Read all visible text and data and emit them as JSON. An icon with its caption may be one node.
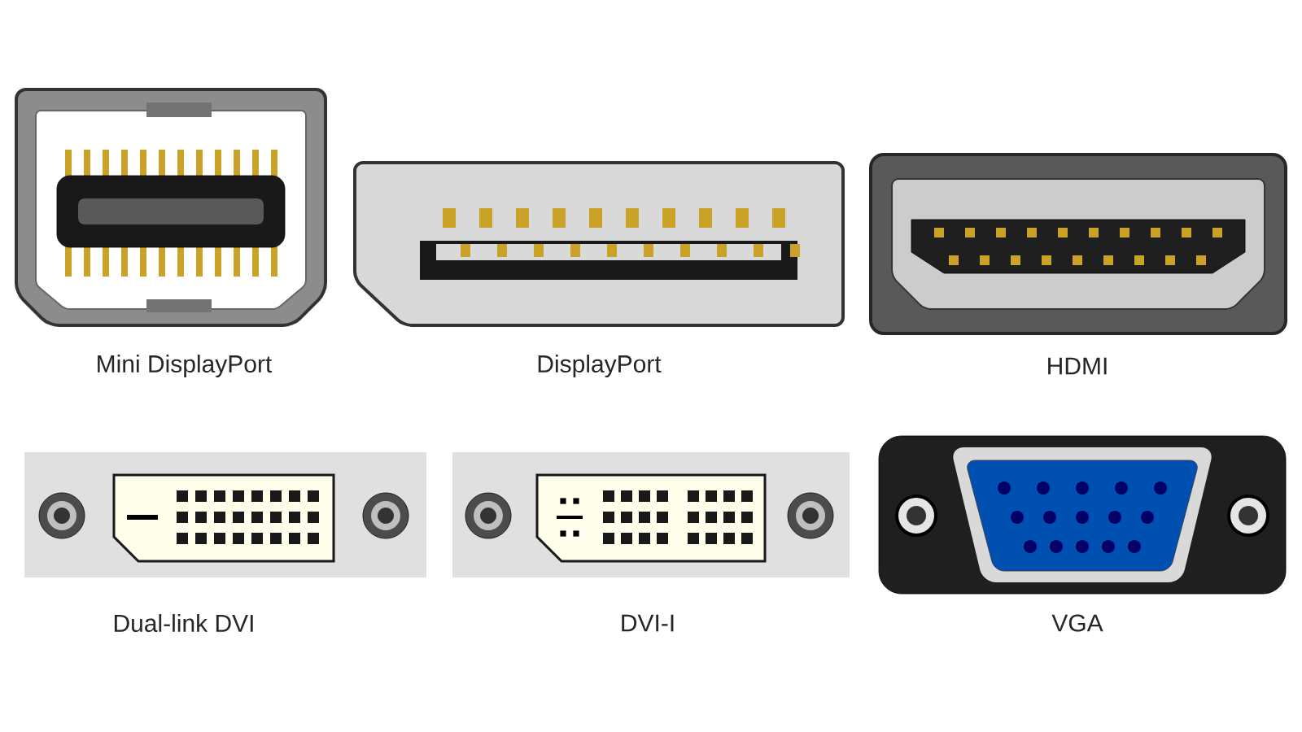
{
  "diagram": {
    "labels": [
      "Mini DisplayPort",
      "DisplayPort",
      "HDMI",
      "Dual-link DVI",
      "DVI-I",
      "VGA"
    ]
  }
}
